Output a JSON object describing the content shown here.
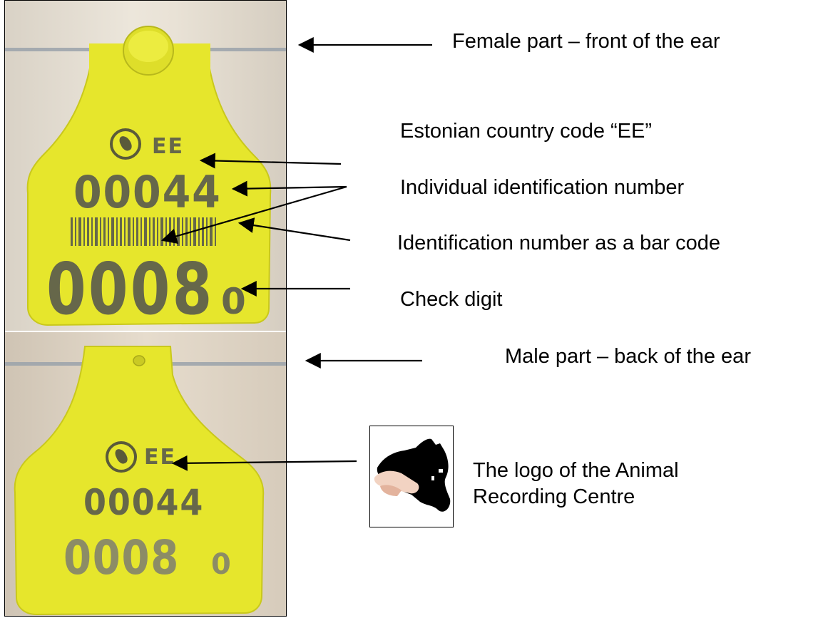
{
  "labels": {
    "female_part": "Female part – front of the ear",
    "country_code": "Estonian country code “EE”",
    "individual_id": "Individual identification number",
    "barcode": "Identification number as a bar code",
    "check_digit": "Check digit",
    "male_part": "Male part – back of the ear",
    "logo_line1": "The logo of the Animal",
    "logo_line2": "Recording Centre"
  },
  "tag_front": {
    "country": "EE",
    "id_number": "00044",
    "id_big": "0008",
    "check": "0"
  },
  "tag_back": {
    "country": "EE",
    "id_number": "00044",
    "id_big": "0008",
    "check": "0"
  },
  "colors": {
    "tag_yellow": "#e6e62c",
    "print_gray": "#66674a",
    "arrow": "#000000"
  }
}
